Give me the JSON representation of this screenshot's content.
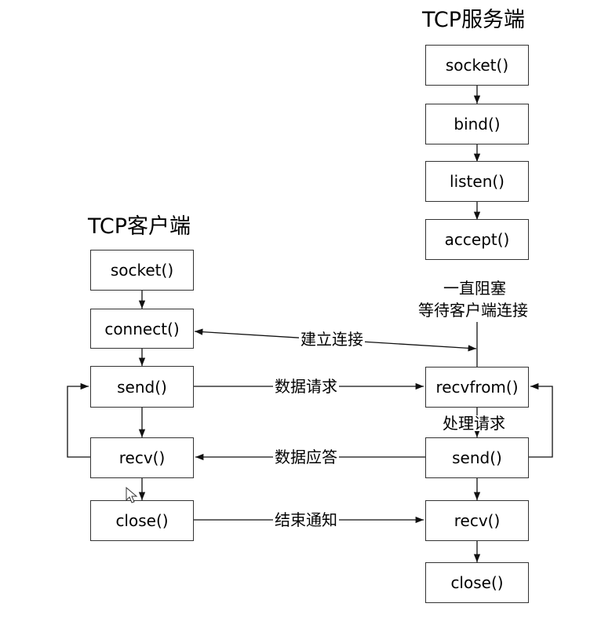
{
  "server": {
    "title": "TCP服务端",
    "socket": "socket()",
    "bind": "bind()",
    "listen": "listen()",
    "accept": "accept()",
    "block_note_1": "一直阻塞",
    "block_note_2": "等待客户端连接",
    "recvfrom": "recvfrom()",
    "process_note": "处理请求",
    "send": "send()",
    "recv": "recv()",
    "close": "close()"
  },
  "client": {
    "title": "TCP客户端",
    "socket": "socket()",
    "connect": "connect()",
    "send": "send()",
    "recv": "recv()",
    "close": "close()"
  },
  "links": {
    "connect": "建立连接",
    "request": "数据请求",
    "response": "数据应答",
    "finish": "结束通知"
  }
}
